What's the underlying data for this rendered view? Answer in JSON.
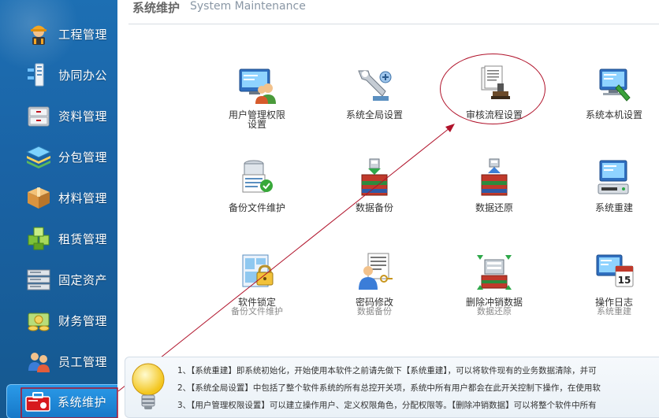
{
  "sidebar": {
    "items": [
      {
        "label": "工程管理",
        "icon": "worker-icon"
      },
      {
        "label": "协同办公",
        "icon": "network-icon"
      },
      {
        "label": "资料管理",
        "icon": "drawer-icon"
      },
      {
        "label": "分包管理",
        "icon": "layers-icon"
      },
      {
        "label": "材料管理",
        "icon": "box-icon"
      },
      {
        "label": "租赁管理",
        "icon": "cubes-icon"
      },
      {
        "label": "固定资产",
        "icon": "server-rack-icon"
      },
      {
        "label": "财务管理",
        "icon": "money-icon"
      },
      {
        "label": "员工管理",
        "icon": "people-icon"
      },
      {
        "label": "系统维护",
        "icon": "toolbox-icon",
        "active": true
      }
    ]
  },
  "header": {
    "title_cn": "系统维护",
    "title_en": "System Maintenance"
  },
  "tiles": [
    {
      "label": "用户管理权限",
      "label2": "设置",
      "icon": "user-permission-icon"
    },
    {
      "label": "系统全局设置",
      "icon": "wrench-settings-icon"
    },
    {
      "label": "审核流程设置",
      "icon": "approval-stamp-icon"
    },
    {
      "label": "系统本机设置",
      "icon": "local-computer-icon"
    },
    {
      "label": "备份文件维护",
      "icon": "backup-files-icon"
    },
    {
      "label": "数据备份",
      "icon": "data-backup-icon"
    },
    {
      "label": "数据还原",
      "icon": "data-restore-icon"
    },
    {
      "label": "系统重建",
      "icon": "system-rebuild-icon"
    },
    {
      "label": "软件锁定",
      "ghost": "备份文件维护",
      "icon": "software-lock-icon"
    },
    {
      "label": "密码修改",
      "ghost": "数据备份",
      "icon": "password-change-icon"
    },
    {
      "label": "删除冲销数据",
      "ghost": "数据还原",
      "icon": "delete-data-icon"
    },
    {
      "label": "操作日志",
      "ghost": "系统重建",
      "icon": "operation-log-icon",
      "badge": "15"
    }
  ],
  "info": {
    "lines": [
      "1、【系统重建】即系统初始化，开始使用本软件之前请先做下【系统重建】，可以将软件现有的业务数据清除，并可",
      "2、【系统全局设置】中包括了整个软件系统的所有总控开关项，系统中所有用户都会在此开关控制下操作，在使用软",
      "3、【用户管理权限设置】可以建立操作用户、定义权限角色，分配权限等。【删除冲销数据】可以将整个软件中所有"
    ]
  },
  "colors": {
    "sidebar": "#1a63a5",
    "active_item": "#2b9ae8",
    "annotation": "#b0122a"
  }
}
